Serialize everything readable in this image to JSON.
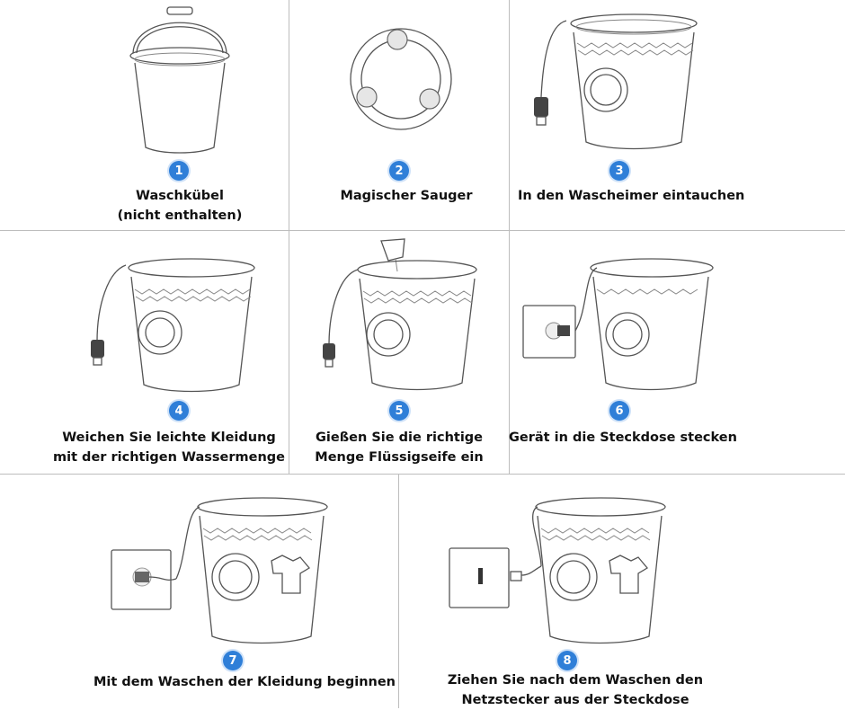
{
  "steps": [
    {
      "number": "1",
      "caption_lines": [
        "Waschkübel",
        "(nicht enthalten)"
      ]
    },
    {
      "number": "2",
      "caption_lines": [
        "Magischer Sauger"
      ]
    },
    {
      "number": "3",
      "caption_lines": [
        "In den Wascheimer eintauchen"
      ]
    },
    {
      "number": "4",
      "caption_lines": [
        "Weichen Sie leichte Kleidung",
        "mit der richtigen Wassermenge"
      ]
    },
    {
      "number": "5",
      "caption_lines": [
        "Gießen Sie die richtige",
        "Menge Flüssigseife ein"
      ]
    },
    {
      "number": "6",
      "caption_lines": [
        "Gerät in die Steckdose stecken"
      ]
    },
    {
      "number": "7",
      "caption_lines": [
        "Mit dem Waschen der Kleidung beginnen"
      ]
    },
    {
      "number": "8",
      "caption_lines": [
        "Ziehen Sie nach dem Waschen den",
        "Netzstecker aus der Steckdose"
      ]
    }
  ]
}
